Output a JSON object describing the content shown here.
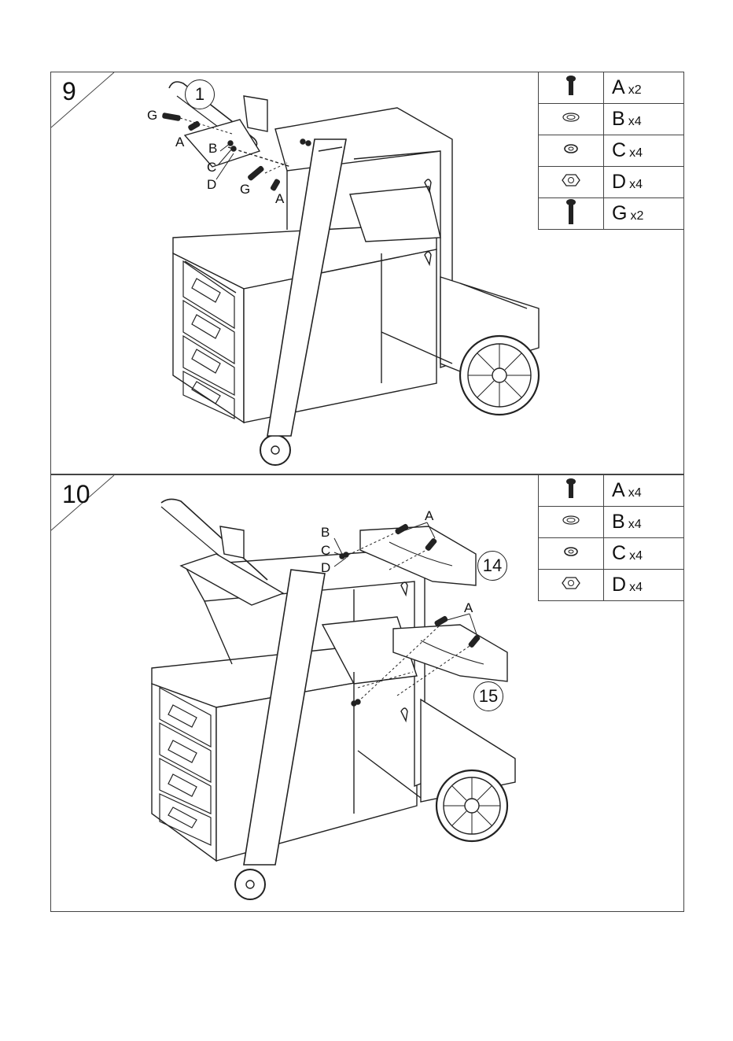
{
  "step9": {
    "number": "9",
    "part_number": "1",
    "legend": [
      {
        "letter": "A",
        "qty": "x2",
        "icon": "bolt-short-icon"
      },
      {
        "letter": "B",
        "qty": "x4",
        "icon": "flat-washer-icon"
      },
      {
        "letter": "C",
        "qty": "x4",
        "icon": "spring-washer-icon"
      },
      {
        "letter": "D",
        "qty": "x4",
        "icon": "hex-nut-icon"
      },
      {
        "letter": "G",
        "qty": "x2",
        "icon": "bolt-long-icon"
      }
    ],
    "callouts": [
      "G",
      "A",
      "B",
      "C",
      "D",
      "G",
      "A"
    ]
  },
  "step10": {
    "number": "10",
    "part_numbers": [
      "14",
      "15"
    ],
    "legend": [
      {
        "letter": "A",
        "qty": "x4",
        "icon": "bolt-short-icon"
      },
      {
        "letter": "B",
        "qty": "x4",
        "icon": "flat-washer-icon"
      },
      {
        "letter": "C",
        "qty": "x4",
        "icon": "spring-washer-icon"
      },
      {
        "letter": "D",
        "qty": "x4",
        "icon": "hex-nut-icon"
      }
    ],
    "callouts": [
      "B",
      "C",
      "D",
      "A",
      "A"
    ]
  }
}
